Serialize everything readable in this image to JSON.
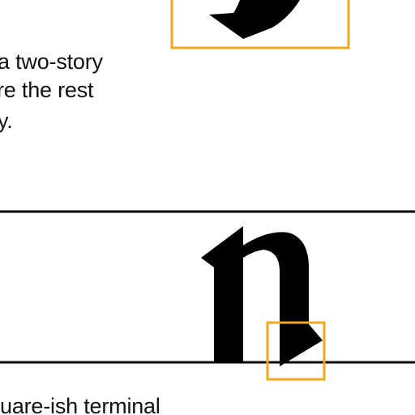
{
  "text": {
    "caption_line_1": "a two-story",
    "caption_line_2": "re the rest",
    "caption_line_3": "y.",
    "caption_line_4": "uare-ish terminal"
  },
  "colors": {
    "highlight_box": "#f2a81d",
    "ink": "#000000",
    "background": "#ffffff"
  }
}
